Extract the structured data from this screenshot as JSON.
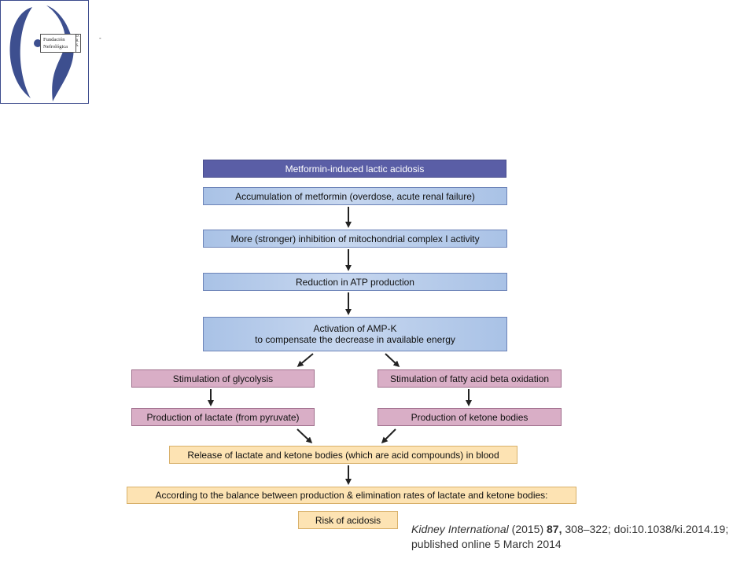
{
  "logo": {
    "name_line1": "Fundación",
    "name_line2": "Nefrológica",
    "side_letters": "D. R. S.",
    "mark": "-"
  },
  "diagram": {
    "title": "Metformin-induced lactic acidosis",
    "step1": "Accumulation of metformin (overdose, acute renal failure)",
    "step2": "More (stronger) inhibition of mitochondrial complex I activity",
    "step3": "Reduction in ATP production",
    "step4_line1": "Activation of AMP-K",
    "step4_line2": "to compensate the decrease in available energy",
    "left_branch_1": "Stimulation of glycolysis",
    "left_branch_2": "Production of lactate (from pyruvate)",
    "right_branch_1": "Stimulation of fatty acid beta oxidation",
    "right_branch_2": "Production of ketone bodies",
    "release": "Release of lactate and ketone bodies (which are acid compounds) in blood",
    "balance": "According to the balance between production & elimination rates of lactate and ketone bodies:",
    "risk": "Risk of acidosis"
  },
  "citation": {
    "journal": "Kidney International",
    "year": " (2015) ",
    "volume": "87,",
    "pages_doi": " 308–322; doi:10.1038/ki.2014.19;",
    "published": "published online 5 March 2014"
  },
  "colors": {
    "title_box": "#5a5ea6",
    "blue_box": "#b4c9ea",
    "pink_box": "#d9aec6",
    "peach_box": "#fde3b3"
  }
}
